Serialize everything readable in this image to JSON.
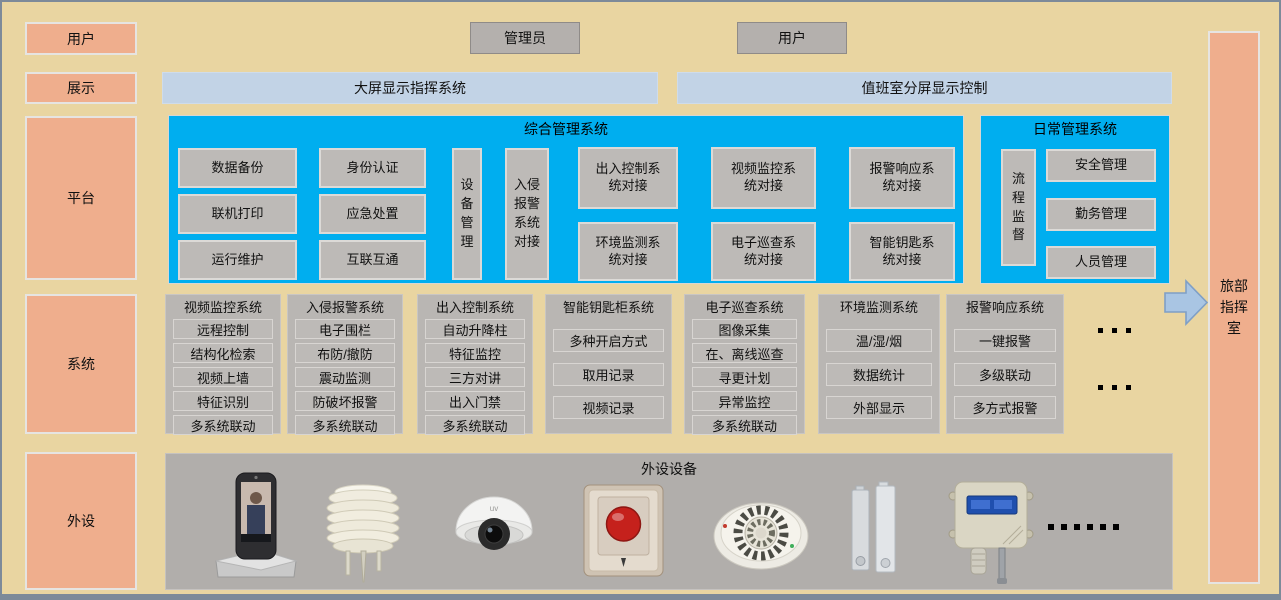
{
  "diagram": {
    "row_labels": [
      {
        "label": "用户"
      },
      {
        "label": "展示"
      },
      {
        "label": "平台"
      },
      {
        "label": "系统"
      },
      {
        "label": "外设"
      }
    ],
    "actors": [
      {
        "label": "管理员"
      },
      {
        "label": "用户"
      }
    ],
    "display_bars": [
      {
        "label": "大屏显示指挥系统"
      },
      {
        "label": "值班室分屏显示控制"
      }
    ],
    "platform": {
      "comprehensive": {
        "title": "综合管理系统",
        "column_a": [
          "数据备份",
          "联机打印",
          "运行维护"
        ],
        "column_b": [
          "身份认证",
          "应急处置",
          "互联互通"
        ],
        "vertical_a": "设\n备\n管\n理",
        "vertical_b": "入侵\n报警\n系统\n对接",
        "grid": [
          "出入控制系\n统对接",
          "视频监控系\n统对接",
          "报警响应系\n统对接",
          "环境监测系\n统对接",
          "电子巡查系\n统对接",
          "智能钥匙系\n统对接"
        ]
      },
      "daily": {
        "title": "日常管理系统",
        "vertical": "流\n程\n监\n督",
        "items": [
          "安全管理",
          "勤务管理",
          "人员管理"
        ]
      }
    },
    "systems": {
      "groups": [
        {
          "title": "视频监控系统",
          "items": [
            "远程控制",
            "结构化检索",
            "视频上墙",
            "特征识别",
            "多系统联动"
          ]
        },
        {
          "title": "入侵报警系统",
          "items": [
            "电子围栏",
            "布防/撤防",
            "震动监测",
            "防破坏报警",
            "多系统联动"
          ]
        },
        {
          "title": "出入控制系统",
          "items": [
            "自动升降柱",
            "特征监控",
            "三方对讲",
            "出入门禁",
            "多系统联动"
          ]
        },
        {
          "title": "智能钥匙柜系统",
          "items": [
            "多种开启方式",
            "取用记录",
            "视频记录"
          ]
        },
        {
          "title": "电子巡查系统",
          "items": [
            "图像采集",
            "在、离线巡查",
            "寻更计划",
            "异常监控",
            "多系统联动"
          ]
        },
        {
          "title": "环境监测系统",
          "items": [
            "温/湿/烟",
            "数据统计",
            "外部显示"
          ]
        },
        {
          "title": "报警响应系统",
          "items": [
            "一键报警",
            "多级联动",
            "多方式报警"
          ]
        }
      ],
      "ellipsis_top": "···",
      "ellipsis_bottom": "···"
    },
    "destination": {
      "label": "旅部\n指挥\n室"
    },
    "peripherals": {
      "title": "外设设备",
      "camera_brand": "uv",
      "devices": [
        "face-recognition-terminal",
        "weather-multi-plate-sensor",
        "dome-camera",
        "emergency-button",
        "smoke-detector",
        "door-contact-sensor",
        "temperature-humidity-transmitter"
      ],
      "ellipsis": "······"
    },
    "colors": {
      "background": "#e9d5a1",
      "salmon": "#efae8d",
      "cyan": "#00aeef",
      "light_blue_bar": "#c2d3e6",
      "gray_box": "#b4b0ad",
      "panel_gray": "#b9b6b3",
      "arrow_blue": "#a9c5e3",
      "border": "#7d8a99"
    }
  }
}
